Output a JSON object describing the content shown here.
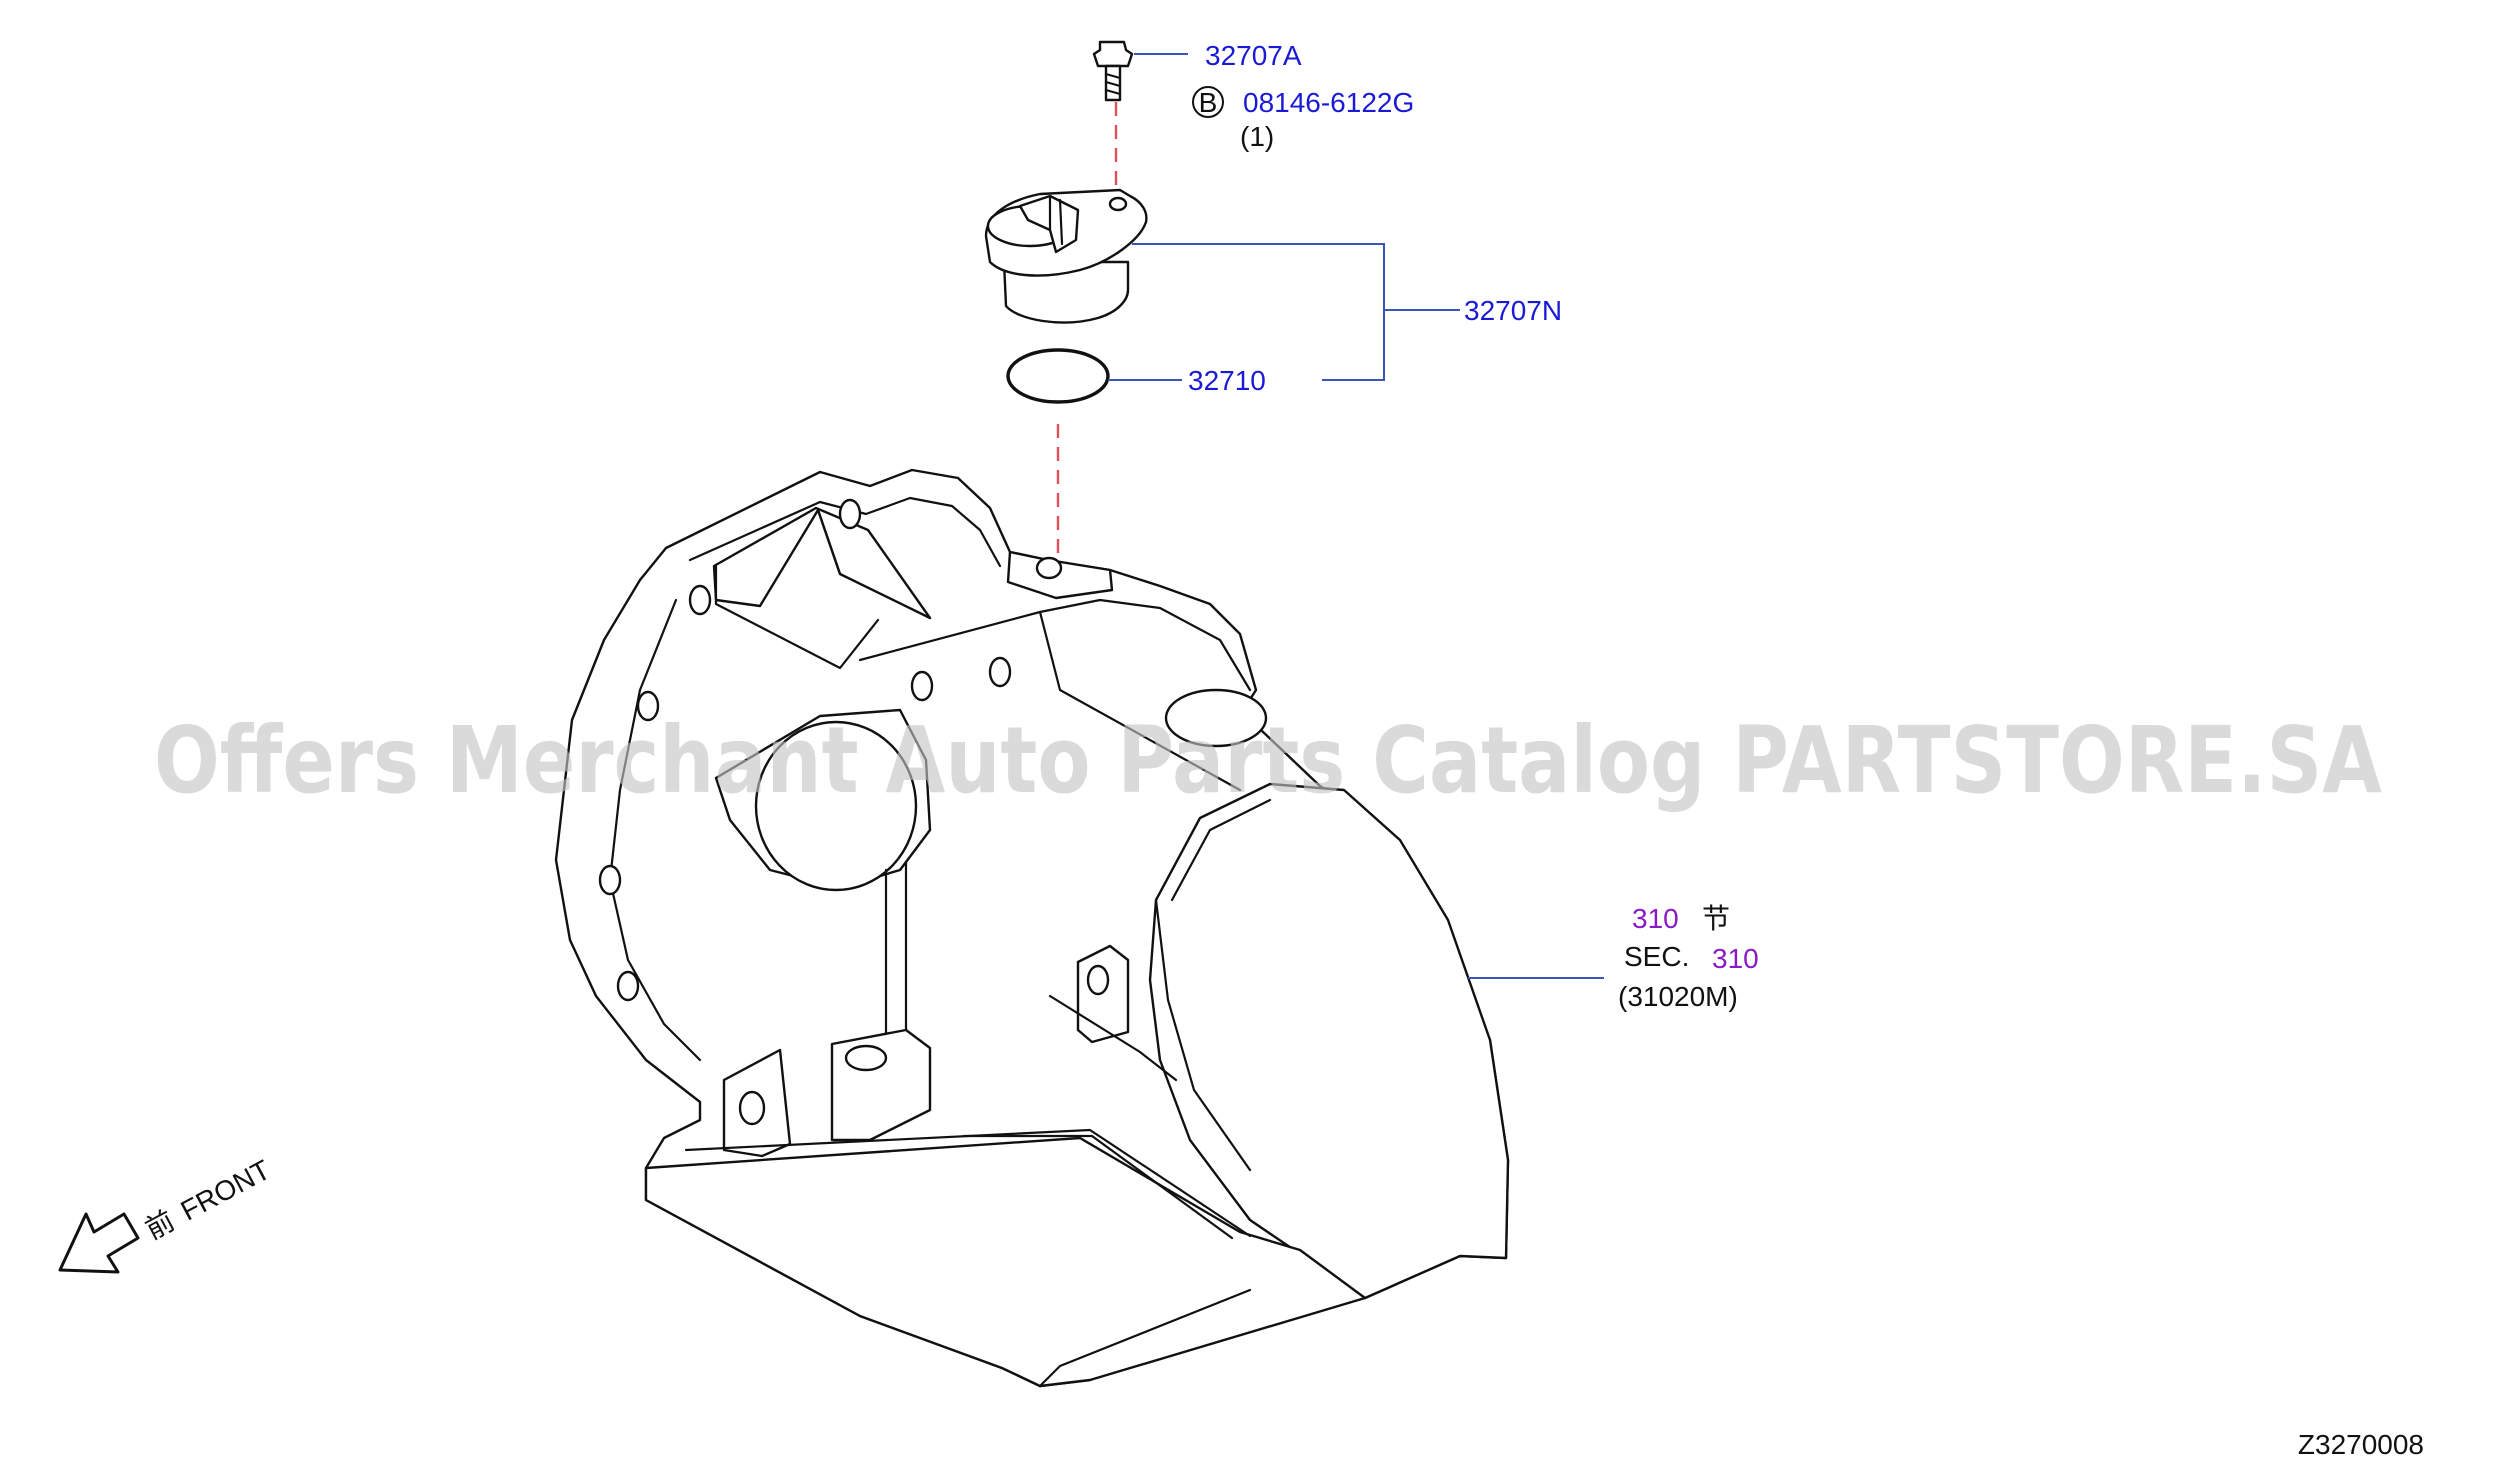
{
  "diagram_id": "Z3270008",
  "watermark": "Offers Merchant Auto Parts Catalog PARTSTORE.SA",
  "colors": {
    "part_number": "#1a1ad6",
    "section_ref": "#8a1ac4",
    "leader": "#3a55b5",
    "center_line": "#e0505a"
  },
  "parts": {
    "bolt": {
      "number": "32707A",
      "spec_badge": "B",
      "spec": "08146-6122G",
      "qty": "(1)"
    },
    "sensor_assembly": {
      "number": "32707N"
    },
    "o_ring": {
      "number": "32710"
    }
  },
  "section_ref": {
    "number": "310",
    "cjk_label": "节",
    "sec_label": "SEC.",
    "sec_number": "310",
    "sub_ref": "(31020M)"
  },
  "front_indicator": {
    "cjk": "前",
    "label": "FRONT",
    "icon": "arrow-down-left-icon"
  }
}
